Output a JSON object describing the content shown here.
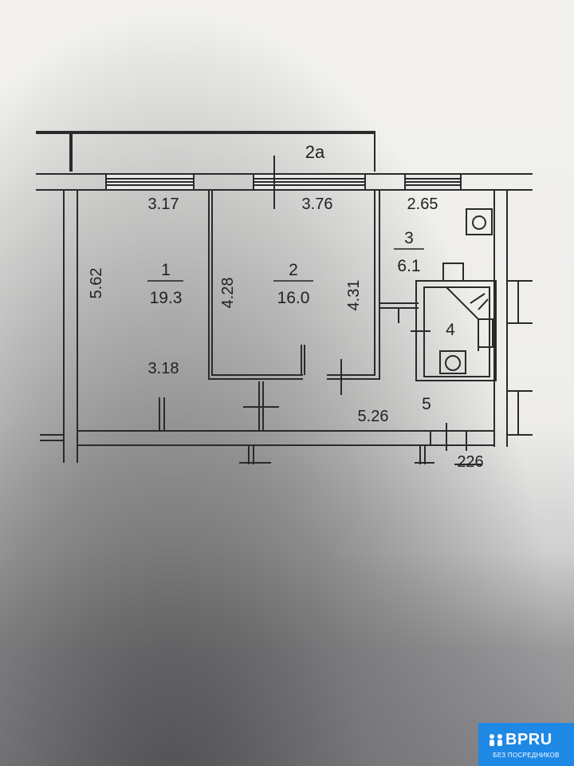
{
  "rooms": [
    {
      "number": "1",
      "area": "19.3"
    },
    {
      "number": "2",
      "area": "16.0"
    },
    {
      "number": "3",
      "area": "6.1"
    },
    {
      "number": "4"
    },
    {
      "number": "5"
    },
    {
      "number": "2а"
    }
  ],
  "dimensions": {
    "r1_top": "3.17",
    "r1_left": "5.62",
    "r1_bottom": "3.18",
    "r2_top": "3.76",
    "r2_left": "4.28",
    "r2_right": "4.31",
    "r3_top": "2.65",
    "r5_len": "5.26",
    "r5_small": "226"
  },
  "logo": {
    "name": "BPRU",
    "subtitle": "БЕЗ ПОСРЕДНИКОВ",
    "bg_color": "#1e88e5"
  }
}
